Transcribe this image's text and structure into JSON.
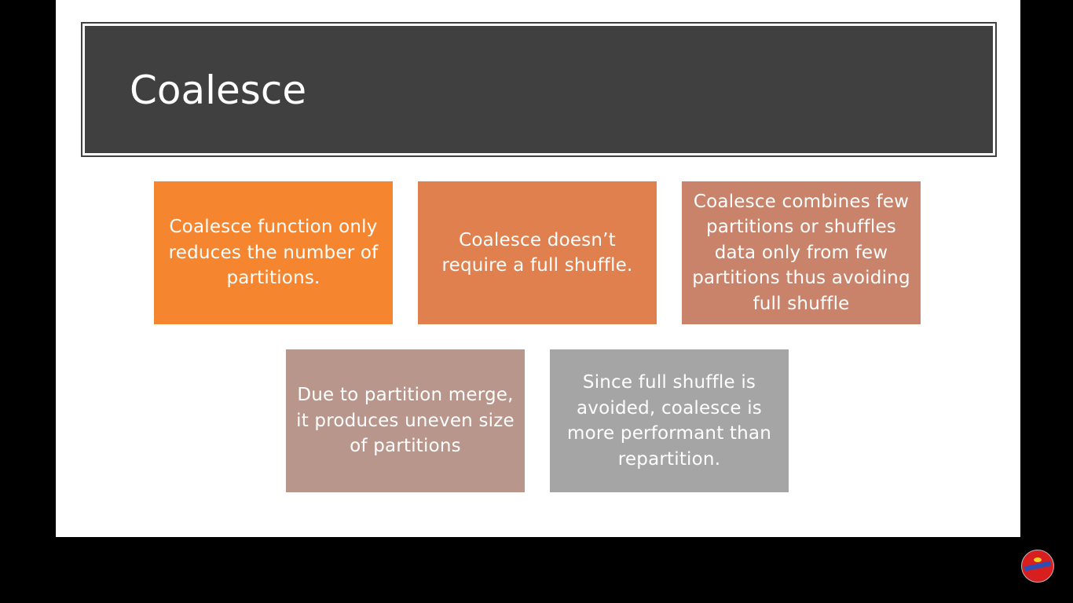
{
  "slide": {
    "title": "Coalesce",
    "boxes": [
      {
        "text": "Coalesce function only reduces the number of partitions.",
        "color": "#f5852f"
      },
      {
        "text": "Coalesce doesn’t require a full shuffle.",
        "color": "#e0804f"
      },
      {
        "text": "Coalesce combines few partitions or shuffles data only from few partitions thus avoiding full shuffle",
        "color": "#c8836a"
      },
      {
        "text": "Due to partition merge, it produces uneven size of partitions",
        "color": "#b8968c"
      },
      {
        "text": "Since full shuffle is avoided, coalesce is more performant than repartition.",
        "color": "#a5a5a5"
      }
    ]
  },
  "colors": {
    "title_bar": "#404040",
    "slide_background": "#ffffff",
    "frame_background": "#000000"
  },
  "logo": {
    "icon": "channel-logo-icon"
  }
}
